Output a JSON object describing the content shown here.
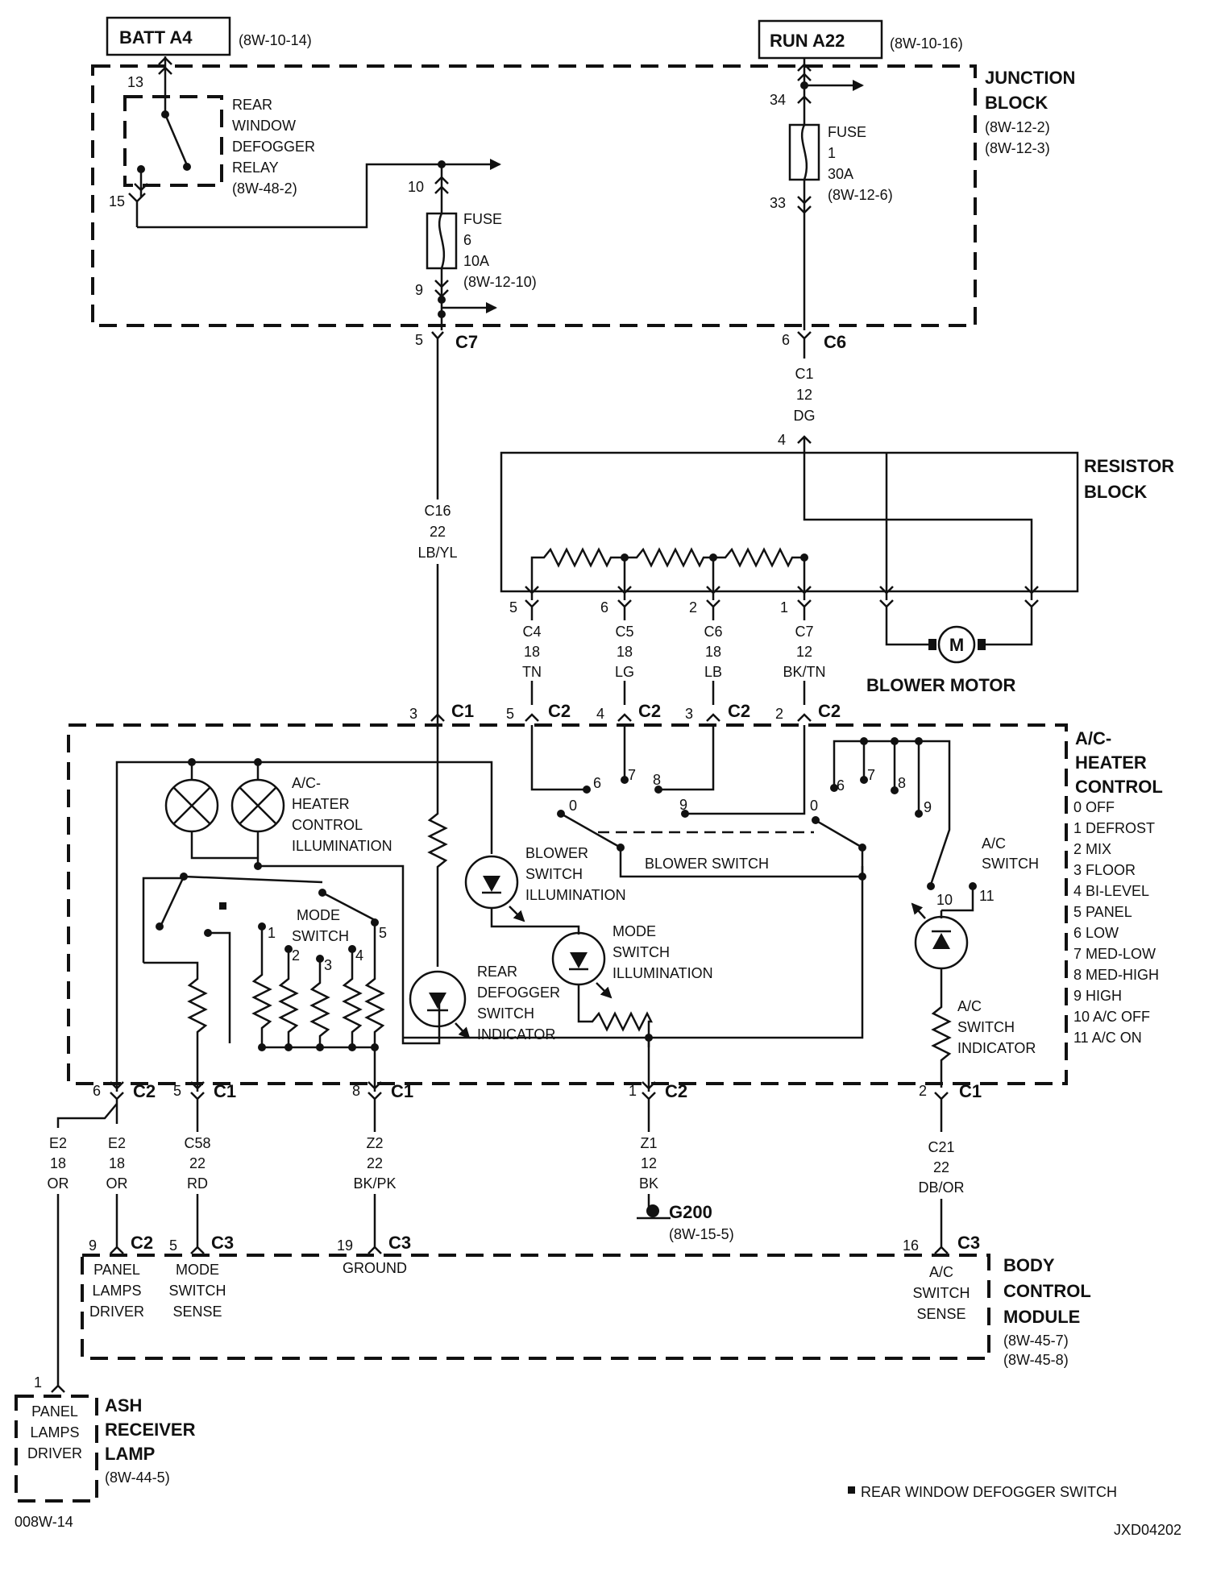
{
  "sources": {
    "batt": {
      "label": "BATT A4",
      "ref": "(8W-10-14)"
    },
    "run": {
      "label": "RUN A22",
      "ref": "(8W-10-16)"
    }
  },
  "junction_block": {
    "title1": "JUNCTION",
    "title2": "BLOCK",
    "ref1": "(8W-12-2)",
    "ref2": "(8W-12-3)",
    "relay": {
      "l1": "REAR",
      "l2": "WINDOW",
      "l3": "DEFOGGER",
      "l4": "RELAY",
      "ref": "(8W-48-2)",
      "pin_top": "13",
      "pin_bottom": "15"
    },
    "fuse6": {
      "l1": "FUSE",
      "l2": "6",
      "l3": "10A",
      "ref": "(8W-12-10)",
      "pin_top": "10",
      "pin_bottom": "9"
    },
    "fuse1": {
      "l1": "FUSE",
      "l2": "1",
      "l3": "30A",
      "ref": "(8W-12-6)",
      "pin_top": "34",
      "pin_bottom": "33"
    },
    "conn_c7": {
      "pin": "5",
      "name": "C7"
    },
    "conn_c6": {
      "pin": "6",
      "name": "C6"
    }
  },
  "wires": {
    "c1": {
      "circuit": "C1",
      "gauge": "12",
      "color": "DG"
    },
    "c16": {
      "circuit": "C16",
      "gauge": "22",
      "color": "LB/YL"
    },
    "c4": {
      "circuit": "C4",
      "gauge": "18",
      "color": "TN"
    },
    "c5": {
      "circuit": "C5",
      "gauge": "18",
      "color": "LG"
    },
    "c6": {
      "circuit": "C6",
      "gauge": "18",
      "color": "LB"
    },
    "c7": {
      "circuit": "C7",
      "gauge": "12",
      "color": "BK/TN"
    },
    "e2a": {
      "circuit": "E2",
      "gauge": "18",
      "color": "OR"
    },
    "e2b": {
      "circuit": "E2",
      "gauge": "18",
      "color": "OR"
    },
    "c58": {
      "circuit": "C58",
      "gauge": "22",
      "color": "RD"
    },
    "z2": {
      "circuit": "Z2",
      "gauge": "22",
      "color": "BK/PK"
    },
    "z1": {
      "circuit": "Z1",
      "gauge": "12",
      "color": "BK"
    },
    "c21": {
      "circuit": "C21",
      "gauge": "22",
      "color": "DB/OR"
    }
  },
  "resistor_block": {
    "title1": "RESISTOR",
    "title2": "BLOCK",
    "pin_in": "4",
    "pins": [
      "5",
      "6",
      "2",
      "1"
    ],
    "motor_label": "BLOWER MOTOR",
    "motor_symbol": "M"
  },
  "hvac": {
    "title1": "A/C-",
    "title2": "HEATER",
    "title3": "CONTROL",
    "legend": [
      "0 OFF",
      "1 DEFROST",
      "2 MIX",
      "3 FLOOR",
      "4 BI-LEVEL",
      "5 PANEL",
      "6 LOW",
      "7 MED-LOW",
      "8 MED-HIGH",
      "9 HIGH",
      "10 A/C OFF",
      "11 A/C ON"
    ],
    "illum": {
      "l1": "A/C-",
      "l2": "HEATER",
      "l3": "CONTROL",
      "l4": "ILLUMINATION"
    },
    "blower_illum": {
      "l1": "BLOWER",
      "l2": "SWITCH",
      "l3": "ILLUMINATION"
    },
    "mode_illum": {
      "l1": "MODE",
      "l2": "SWITCH",
      "l3": "ILLUMINATION"
    },
    "defog_ind": {
      "l1": "REAR",
      "l2": "DEFOGGER",
      "l3": "SWITCH",
      "l4": "INDICATOR"
    },
    "blower_switch": "BLOWER SWITCH",
    "mode_switch": {
      "l1": "MODE",
      "l2": "SWITCH"
    },
    "ac_switch": {
      "l1": "A/C",
      "l2": "SWITCH"
    },
    "ac_ind": {
      "l1": "A/C",
      "l2": "SWITCH",
      "l3": "INDICATOR"
    },
    "top_conns": [
      {
        "pin": "3",
        "name": "C1"
      },
      {
        "pin": "5",
        "name": "C2"
      },
      {
        "pin": "4",
        "name": "C2"
      },
      {
        "pin": "3",
        "name": "C2"
      },
      {
        "pin": "2",
        "name": "C2"
      }
    ],
    "bottom_conns": [
      {
        "pin": "6",
        "name": "C2"
      },
      {
        "pin": "5",
        "name": "C1"
      },
      {
        "pin": "8",
        "name": "C1"
      },
      {
        "pin": "1",
        "name": "C2"
      },
      {
        "pin": "2",
        "name": "C1"
      }
    ],
    "blower_pos_left": [
      "6",
      "7",
      "8",
      "9",
      "0"
    ],
    "blower_pos_right": [
      "0",
      "6",
      "7",
      "8",
      "9"
    ],
    "mode_pos": [
      "1",
      "2",
      "3",
      "4",
      "5"
    ],
    "ac_pos": [
      "10",
      "11"
    ]
  },
  "ground": {
    "label": "G200",
    "ref": "(8W-15-5)"
  },
  "bcm": {
    "title1": "BODY",
    "title2": "CONTROL",
    "title3": "MODULE",
    "ref1": "(8W-45-7)",
    "ref2": "(8W-45-8)",
    "conns": [
      {
        "pin": "9",
        "name": "C2",
        "l1": "PANEL",
        "l2": "LAMPS",
        "l3": "DRIVER"
      },
      {
        "pin": "5",
        "name": "C3",
        "l1": "MODE",
        "l2": "SWITCH",
        "l3": "SENSE"
      },
      {
        "pin": "19",
        "name": "C3",
        "l1": "GROUND"
      },
      {
        "pin": "16",
        "name": "C3",
        "l1": "A/C",
        "l2": "SWITCH",
        "l3": "SENSE"
      }
    ]
  },
  "ash": {
    "pin": "1",
    "l1": "PANEL",
    "l2": "LAMPS",
    "l3": "DRIVER",
    "title1": "ASH",
    "title2": "RECEIVER",
    "title3": "LAMP",
    "ref": "(8W-44-5)"
  },
  "footnote": "REAR WINDOW DEFOGGER SWITCH",
  "code_left": "008W-14",
  "code_right": "JXD04202"
}
